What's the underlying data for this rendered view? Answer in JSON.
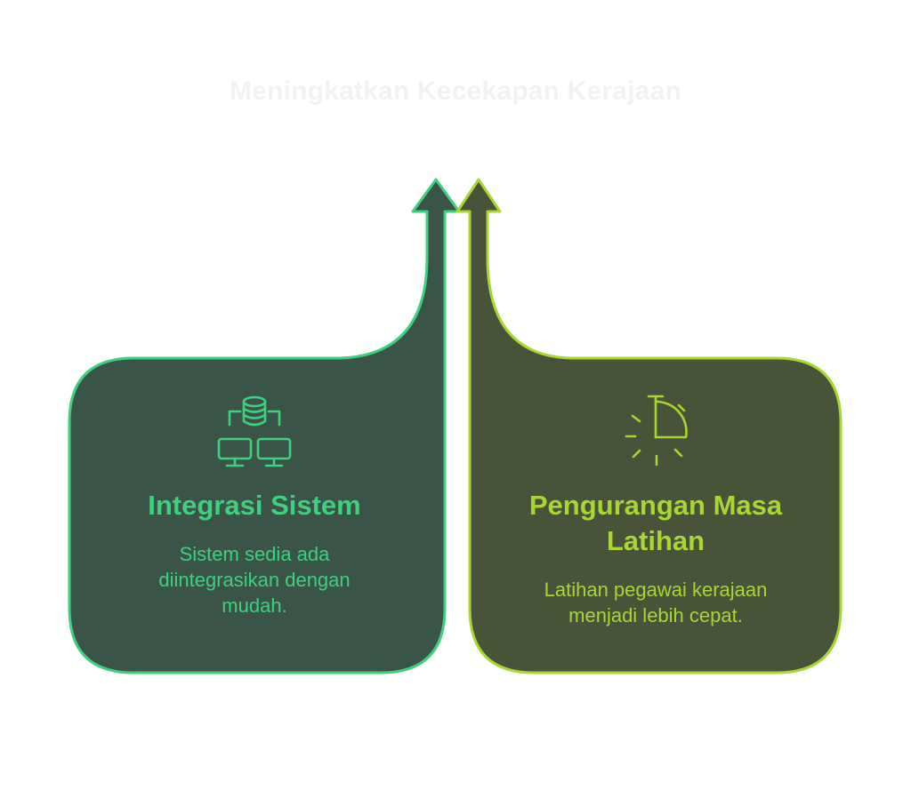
{
  "title": "Meningkatkan Kecekapan Kerajaan",
  "colors": {
    "left_fill": "#3a5548",
    "left_stroke": "#3ed07f",
    "right_fill": "#48533a",
    "right_stroke": "#a8d632"
  },
  "panels": [
    {
      "heading": "Integrasi Sistem",
      "description": "Sistem sedia ada diintegrasikan dengan mudah.",
      "icon": "database-network-icon"
    },
    {
      "heading": "Pengurangan Masa Latihan",
      "description": "Latihan pegawai kerajaan menjadi lebih cepat.",
      "icon": "stopwatch-icon"
    }
  ]
}
